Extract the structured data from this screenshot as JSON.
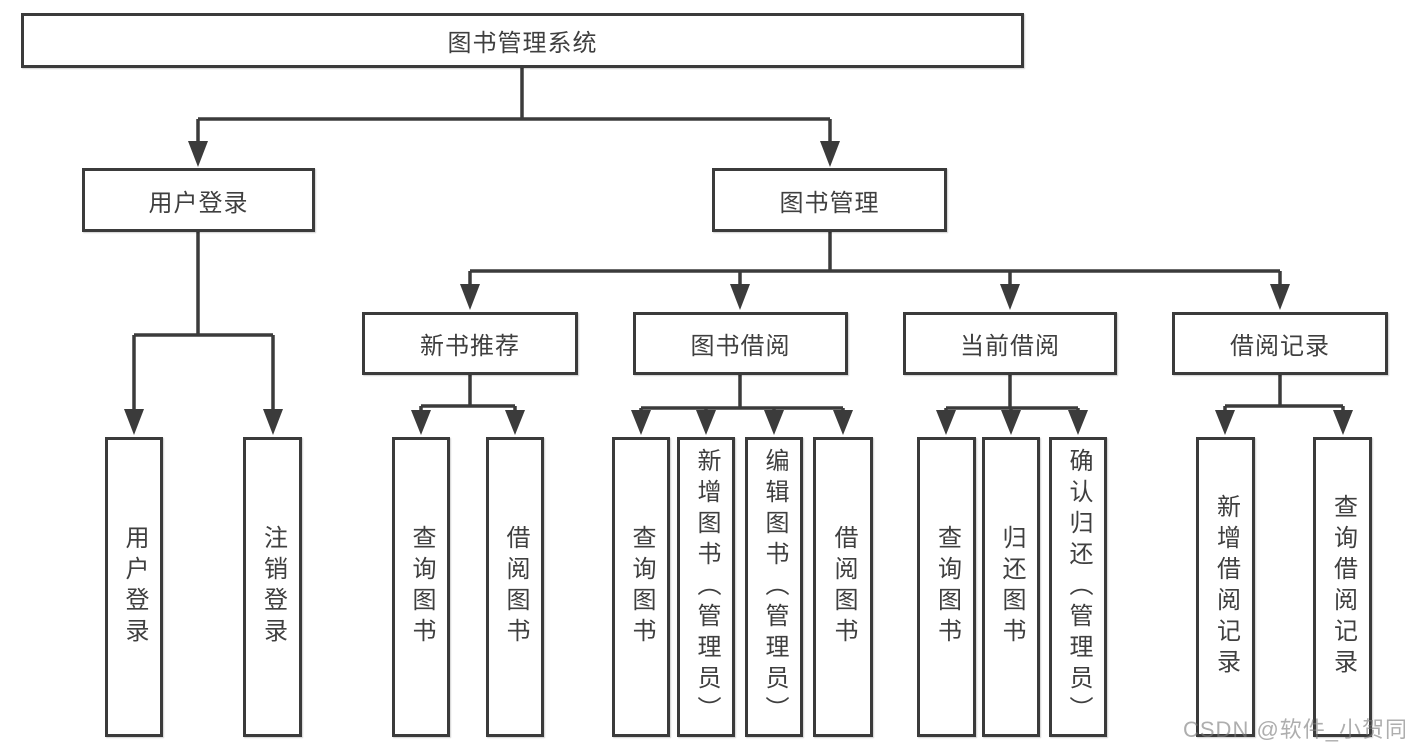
{
  "colors": {
    "line": "#3b3b3b",
    "text": "#3f3f3f",
    "box_background": "#ffffff",
    "watermark": "#7d7d7d"
  },
  "nodes": {
    "root": "图书管理系统",
    "level2": [
      "用户登录",
      "图书管理"
    ],
    "level3": [
      "新书推荐",
      "图书借阅",
      "当前借阅",
      "借阅记录"
    ],
    "leaves": [
      "用户登录",
      "注销登录",
      "查询图书",
      "借阅图书",
      "查询图书",
      "新增图书（管理员）",
      "编辑图书（管理员）",
      "借阅图书",
      "查询图书",
      "归还图书",
      "确认归还（管理员）",
      "新增借阅记录",
      "查询借阅记录"
    ]
  },
  "watermark": "CSDN @软件_小贺同学"
}
